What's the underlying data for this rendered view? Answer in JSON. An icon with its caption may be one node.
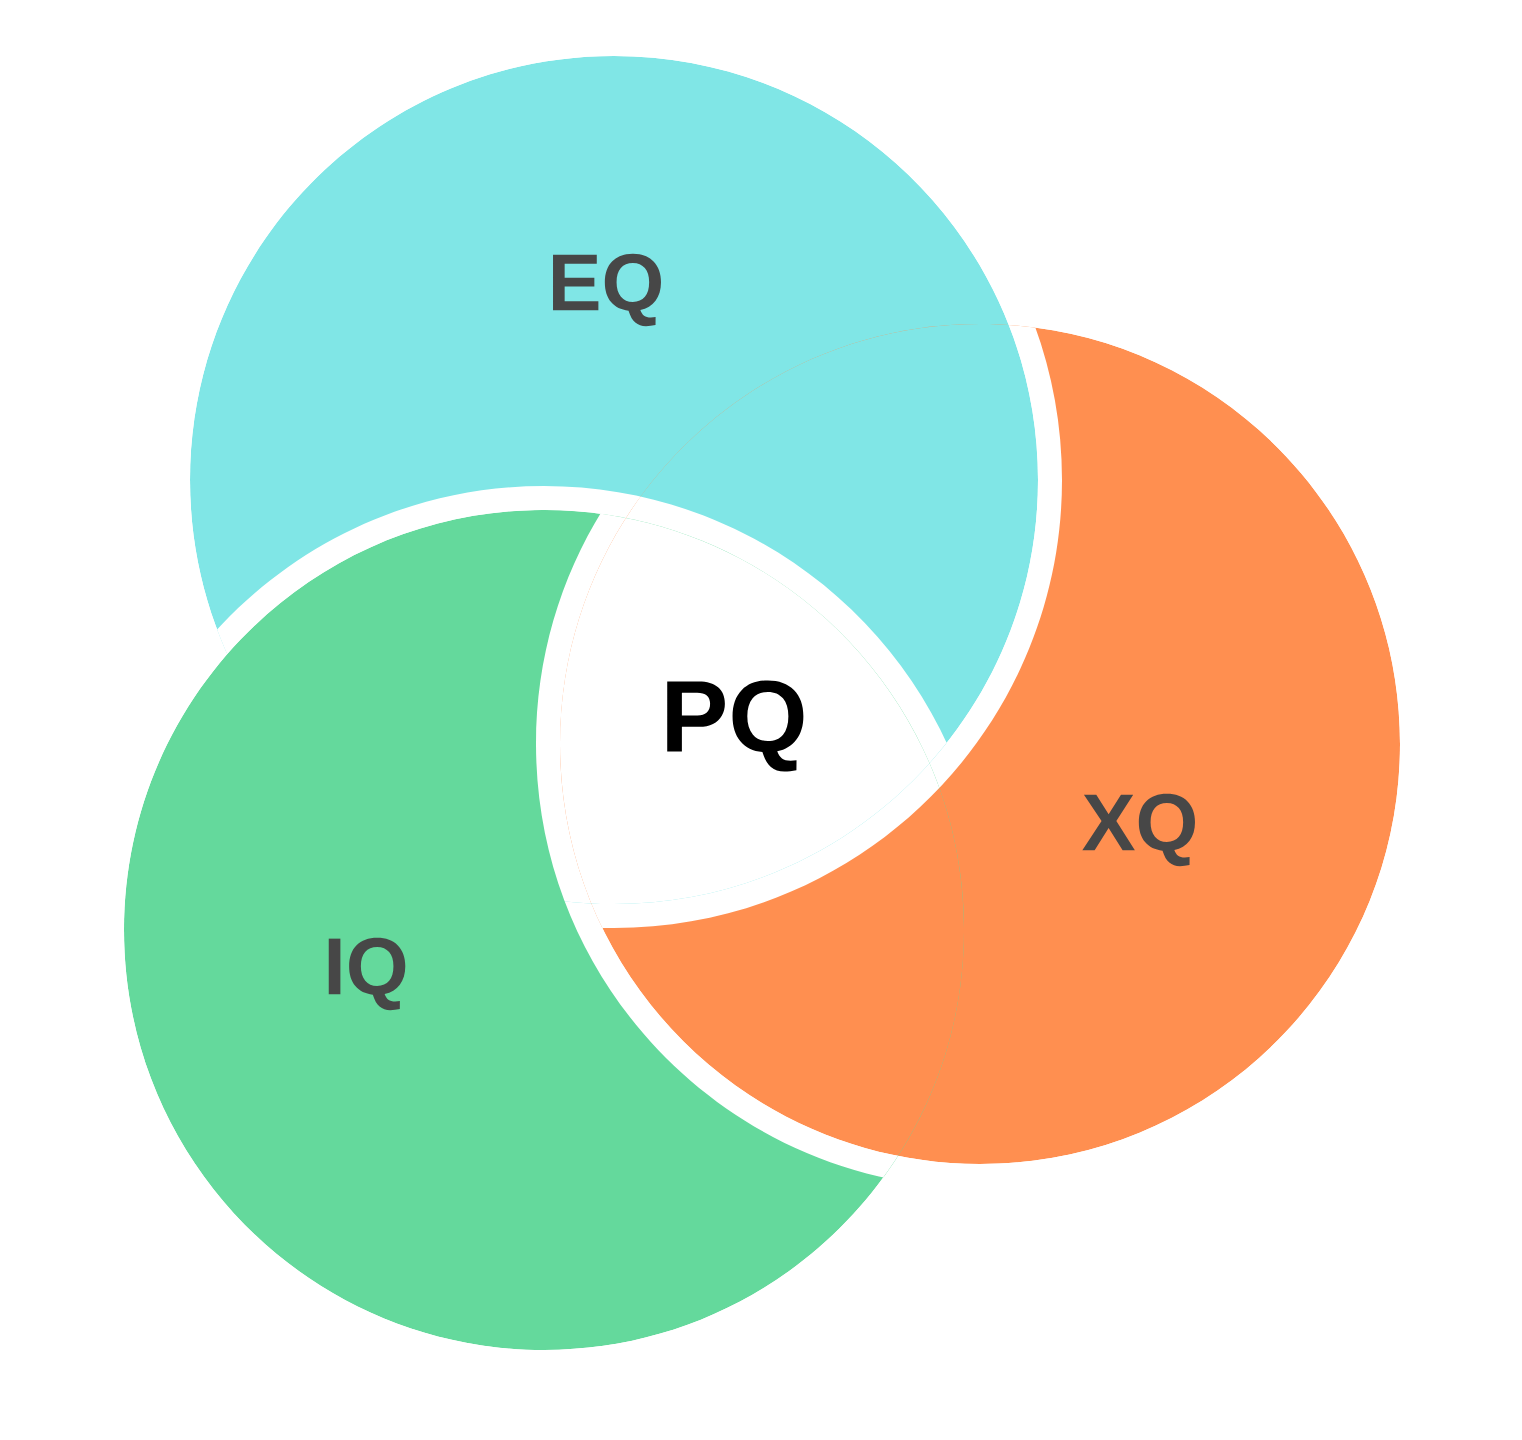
{
  "diagram": {
    "nodes": [
      {
        "text": [
          "EQ"
        ]
      },
      {
        "text": [
          "XQ"
        ]
      },
      {
        "text": [
          "IQ"
        ]
      }
    ],
    "labels": [
      "PQ"
    ]
  }
}
